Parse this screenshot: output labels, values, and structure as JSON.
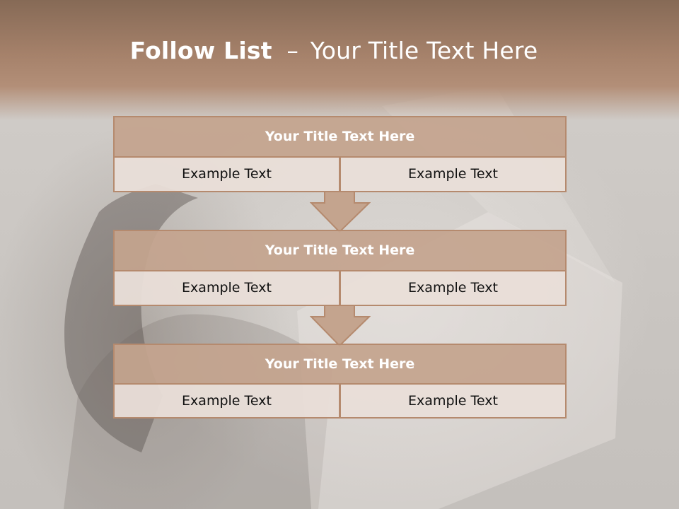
{
  "slide": {
    "title_strong": "Follow List",
    "title_sep": "–",
    "title_rest": "Your Title Text Here"
  },
  "blocks": [
    {
      "title": "Your Title Text Here",
      "left": "Example Text",
      "right": "Example Text"
    },
    {
      "title": "Your Title Text Here",
      "left": "Example Text",
      "right": "Example Text"
    },
    {
      "title": "Your Title Text Here",
      "left": "Example Text",
      "right": "Example Text"
    }
  ],
  "colors": {
    "header": "#a5816a",
    "block_title": "#c4a48e",
    "block_cell": "#e9ded8",
    "border": "#b58a6e"
  },
  "icons": [
    "down-arrow-icon"
  ]
}
